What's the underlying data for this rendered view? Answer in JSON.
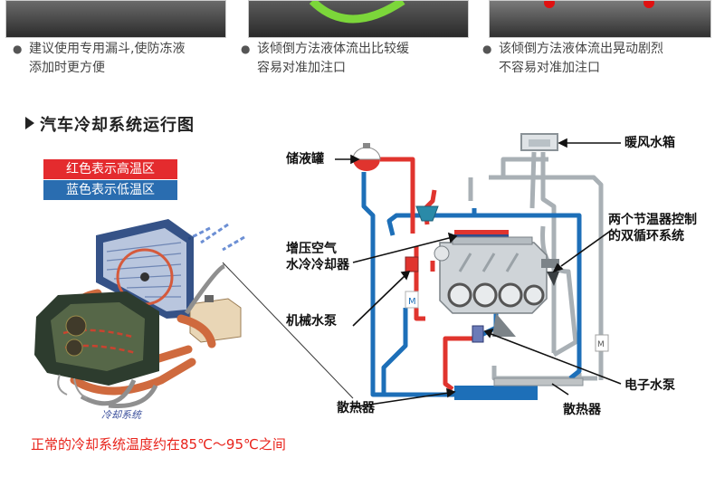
{
  "tips": [
    {
      "line1": "建议使用专用漏斗,使防冻液",
      "line2": "添加时更方便"
    },
    {
      "line1": "该倾倒方法液体流出比较缓",
      "line2": "容易对准加注口"
    },
    {
      "line1": "该倾倒方法液体流出晃动剧烈",
      "line2": "不容易对准加注口"
    }
  ],
  "section_title": "汽车冷却系统运行图",
  "legend": {
    "red_label": "红色表示高温区",
    "blue_label": "蓝色表示低温区",
    "red_color": "#e42b2e",
    "blue_color": "#2a6db0"
  },
  "illustration_caption": "冷却系统",
  "diagram_labels": {
    "reservoir": "储液罐",
    "heater_core": "暖风水箱",
    "thermostat_line1": "两个节温器控制",
    "thermostat_line2": "的双循环系统",
    "intercooler_line1": "增压空气",
    "intercooler_line2": "水冷冷却器",
    "mech_pump": "机械水泵",
    "electric_pump": "电子水泵",
    "radiator_left": "散热器",
    "radiator_right": "散热器"
  },
  "footer_note": "正常的冷却系统温度约在85℃～95℃之间"
}
